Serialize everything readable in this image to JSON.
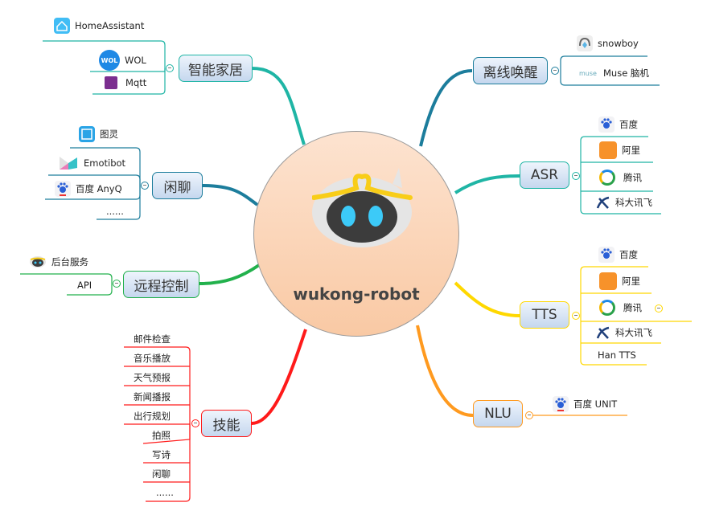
{
  "root": {
    "title": "wukong-robot",
    "icon": "wukong-robot-icon"
  },
  "colors": {
    "smart_home": "#1fb5a5",
    "chat": "#1c7d9c",
    "remote": "#22b14c",
    "skills": "#ff1a1a",
    "wake": "#1c7d9c",
    "asr": "#1fb5a5",
    "tts": "#ffd800",
    "nlu": "#ff9a1f"
  },
  "branches": {
    "smart_home": {
      "label": "智能家居",
      "children": [
        {
          "label": "HomeAssistant",
          "icon": "home-assistant-icon"
        },
        {
          "label": "WOL",
          "icon": "wol-icon"
        },
        {
          "label": "Mqtt",
          "icon": "mqtt-icon"
        }
      ]
    },
    "chat": {
      "label": "闲聊",
      "children": [
        {
          "label": "图灵",
          "icon": "tuling-icon"
        },
        {
          "label": "Emotibot",
          "icon": "emotibot-icon"
        },
        {
          "label": "百度 AnyQ",
          "icon": "baidu-icon"
        },
        {
          "label": "......"
        }
      ]
    },
    "remote": {
      "label": "远程控制",
      "children": [
        {
          "label": "后台服务",
          "icon": "wukong-robot-icon"
        },
        {
          "label": "API"
        }
      ]
    },
    "skills": {
      "label": "技能",
      "children": [
        {
          "label": "邮件检查"
        },
        {
          "label": "音乐播放"
        },
        {
          "label": "天气预报"
        },
        {
          "label": "新闻播报"
        },
        {
          "label": "出行规划"
        },
        {
          "label": "拍照"
        },
        {
          "label": "写诗"
        },
        {
          "label": "闲聊"
        },
        {
          "label": "......"
        }
      ]
    },
    "wake": {
      "label": "离线唤醒",
      "children": [
        {
          "label": "snowboy",
          "icon": "snowboy-icon"
        },
        {
          "label": "Muse 脑机",
          "icon": "muse-icon",
          "icon_text": "muse"
        }
      ]
    },
    "asr": {
      "label": "ASR",
      "children": [
        {
          "label": "百度",
          "icon": "baidu-icon"
        },
        {
          "label": "阿里",
          "icon": "aliyun-icon"
        },
        {
          "label": "腾讯",
          "icon": "tencent-icon"
        },
        {
          "label": "科大讯飞",
          "icon": "iflytek-icon"
        }
      ]
    },
    "tts": {
      "label": "TTS",
      "children": [
        {
          "label": "百度",
          "icon": "baidu-icon"
        },
        {
          "label": "阿里",
          "icon": "aliyun-icon"
        },
        {
          "label": "腾讯",
          "icon": "tencent-icon"
        },
        {
          "label": "科大讯飞",
          "icon": "iflytek-icon"
        },
        {
          "label": "Han TTS"
        }
      ]
    },
    "nlu": {
      "label": "NLU",
      "children": [
        {
          "label": "百度 UNIT",
          "icon": "baidu-icon"
        }
      ]
    }
  }
}
